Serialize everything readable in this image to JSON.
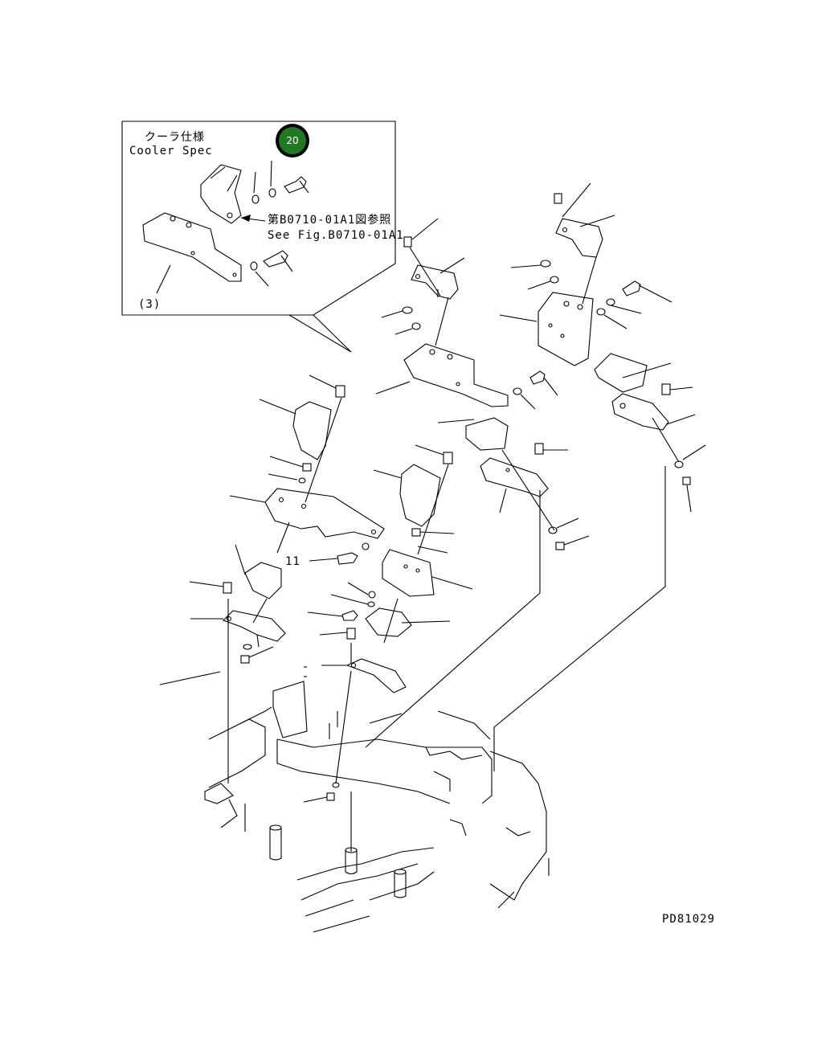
{
  "inset": {
    "title_jp": "クーラ仕様",
    "title_en": "Cooler Spec",
    "ref_jp": "第B0710-01A1図参照",
    "ref_en": "See Fig.B0710-01A1",
    "part_label": "(3)"
  },
  "marker": {
    "label": "20",
    "color": "#1f7a1f"
  },
  "callout_11": "11",
  "figure_code": "PD81029"
}
